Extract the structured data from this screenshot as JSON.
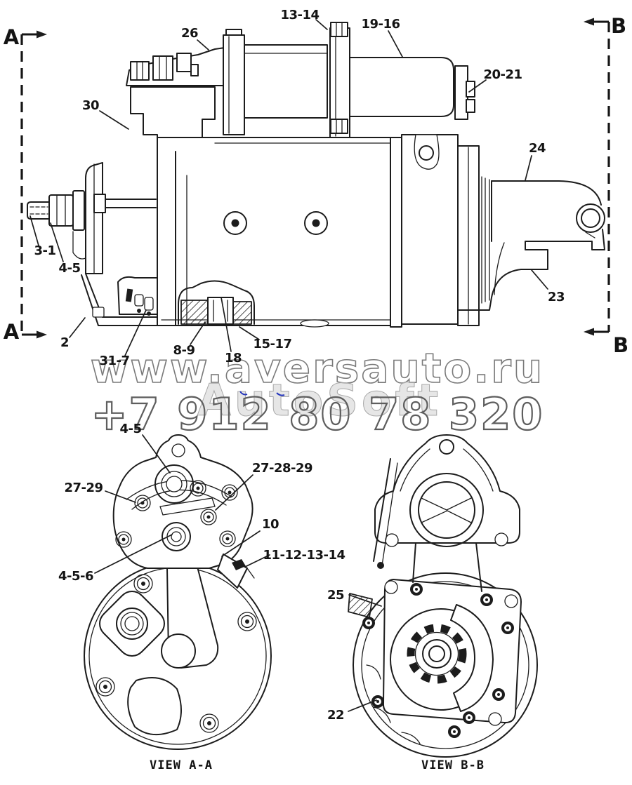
{
  "page": {
    "background": "#ffffff",
    "line_color": "#1c1c1c"
  },
  "watermark": {
    "site": "www.aversauto.ru",
    "brand": "AutoSoft",
    "phone": "+7 912 80 78 320",
    "site_outline_color": "#7a7a7a",
    "phone_outline_color": "#5e5e5e",
    "brand_color": "#cdcdcd",
    "ink_accent_color": "#2233bb"
  },
  "section_markers": {
    "a_top": "A",
    "a_bottom": "A",
    "b_top": "B",
    "b_bottom": "B"
  },
  "main_view": {
    "callouts": [
      "26",
      "30",
      "13-14",
      "19-16",
      "20-21",
      "24",
      "23",
      "3-1",
      "4-5",
      "2",
      "31-7",
      "8-9",
      "18",
      "15-17"
    ]
  },
  "view_aa": {
    "caption": "VIEW A-A",
    "callouts": [
      "4-5",
      "27-29",
      "27-28-29",
      "10",
      "11-12-13-14",
      "4-5-6"
    ]
  },
  "view_bb": {
    "caption": "VIEW B-B",
    "callouts": [
      "25",
      "22"
    ]
  }
}
